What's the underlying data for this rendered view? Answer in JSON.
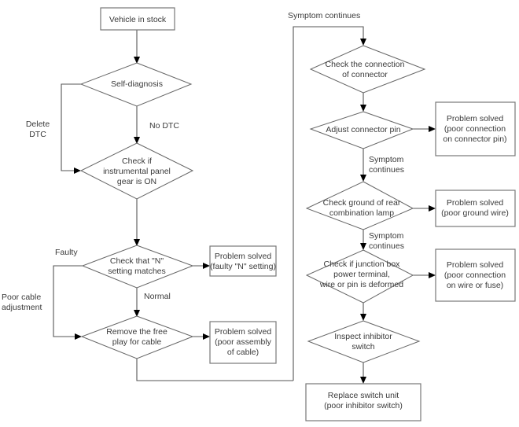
{
  "diagram": {
    "title": "Inhibitor switch / instrument panel gear indicator troubleshooting flowchart",
    "colors": {
      "background": "#ffffff",
      "shape_stroke": "#666666",
      "box_stroke": "#777777",
      "connector_stroke": "#555555",
      "arrow_fill": "#000000",
      "text": "#3a3a3a"
    },
    "nodes": {
      "vehicle_in_stock": {
        "type": "process-box",
        "lines": [
          "Vehicle in stock"
        ]
      },
      "self_diagnosis": {
        "type": "decision-diamond",
        "lines": [
          "Self-diagnosis"
        ]
      },
      "check_instrument_panel": {
        "type": "decision-diamond",
        "lines": [
          "Check if",
          "instrumental panel",
          "gear is ON"
        ]
      },
      "check_n_setting": {
        "type": "decision-diamond",
        "lines": [
          "Check that \"N\"",
          "setting matches"
        ]
      },
      "remove_free_play": {
        "type": "decision-diamond",
        "lines": [
          "Remove the free",
          "play for cable"
        ]
      },
      "solved_n_setting": {
        "type": "terminal-box",
        "lines": [
          "Problem solved",
          "(faulty \"N\" setting)"
        ]
      },
      "solved_cable_assembly": {
        "type": "terminal-box",
        "lines": [
          "Problem solved",
          "(poor assembly",
          "of cable)"
        ]
      },
      "check_connector": {
        "type": "decision-diamond",
        "lines": [
          "Check the connection",
          "of connector"
        ]
      },
      "adjust_connector_pin": {
        "type": "decision-diamond",
        "lines": [
          "Adjust connector pin"
        ]
      },
      "check_ground_lamp": {
        "type": "decision-diamond",
        "lines": [
          "Check ground of rear",
          "combination lamp"
        ]
      },
      "check_junction_box": {
        "type": "decision-diamond",
        "lines": [
          "Check if junction box",
          "power terminal,",
          "wire or pin is deformed"
        ]
      },
      "inspect_inhibitor_switch": {
        "type": "decision-diamond",
        "lines": [
          "Inspect inhibitor",
          "switch"
        ]
      },
      "solved_connector_pin": {
        "type": "terminal-box",
        "lines": [
          "Problem solved",
          "(poor connection",
          "on connector pin)"
        ]
      },
      "solved_ground_wire": {
        "type": "terminal-box",
        "lines": [
          "Problem solved",
          "(poor ground wire)"
        ]
      },
      "solved_wire_or_fuse": {
        "type": "terminal-box",
        "lines": [
          "Problem solved",
          "(poor connection",
          "on wire or fuse)"
        ]
      },
      "replace_switch_unit": {
        "type": "terminal-box",
        "lines": [
          "Replace switch unit",
          "(poor inhibitor switch)"
        ]
      }
    },
    "edge_labels": {
      "delete_dtc": [
        "Delete",
        "DTC"
      ],
      "no_dtc": [
        "No DTC"
      ],
      "faulty": [
        "Faulty"
      ],
      "poor_cable_adjustment": [
        "Poor cable",
        "adjustment"
      ],
      "normal": [
        "Normal"
      ],
      "symptom_continues_top": [
        "Symptom continues"
      ],
      "symptom_continues_1": [
        "Symptom",
        "continues"
      ],
      "symptom_continues_2": [
        "Symptom",
        "continues"
      ],
      "symptom_continues_3": [
        "Symptom",
        "continues"
      ]
    }
  }
}
